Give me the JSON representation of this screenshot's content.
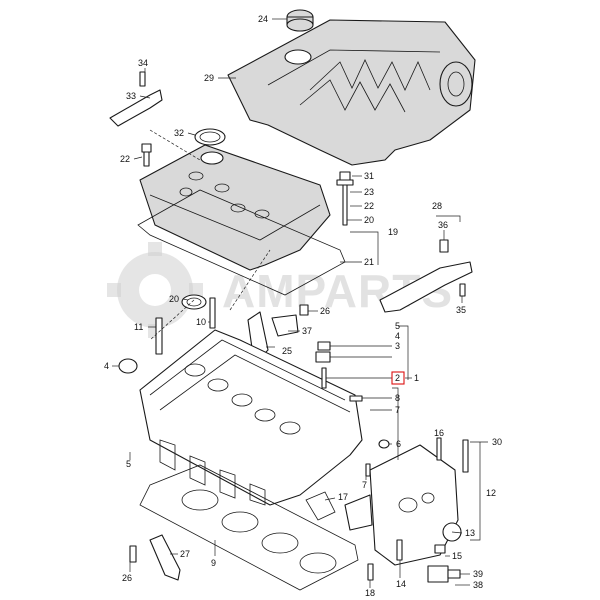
{
  "watermark": {
    "text": "AMPARTS"
  },
  "callouts": {
    "c24": "24",
    "c29": "29",
    "c34": "34",
    "c33": "33",
    "c32": "32",
    "c22a": "22",
    "c31": "31",
    "c23": "23",
    "c22b": "22",
    "c20a": "20",
    "c19": "19",
    "c21": "21",
    "c28": "28",
    "c36": "36",
    "c35": "35",
    "c20b": "20",
    "c11": "11",
    "c10": "10",
    "c26a": "26",
    "c37": "37",
    "c25": "25",
    "c4": "4",
    "c5a": "5",
    "c4b": "4",
    "c3": "3",
    "c2": "2",
    "c1": "1",
    "c8": "8",
    "c7a": "7",
    "c6a": "6",
    "c16": "16",
    "c30": "30",
    "c5b": "5",
    "c7b": "7",
    "c17": "17",
    "c12": "12",
    "c13": "13",
    "c27": "27",
    "c26b": "26",
    "c9": "9",
    "c15": "15",
    "c14": "14",
    "c39": "39",
    "c38": "38",
    "c18": "18"
  },
  "colors": {
    "line": "#1a1a1a",
    "highlight": "#d11111",
    "watermark": "#cfcfcf"
  }
}
